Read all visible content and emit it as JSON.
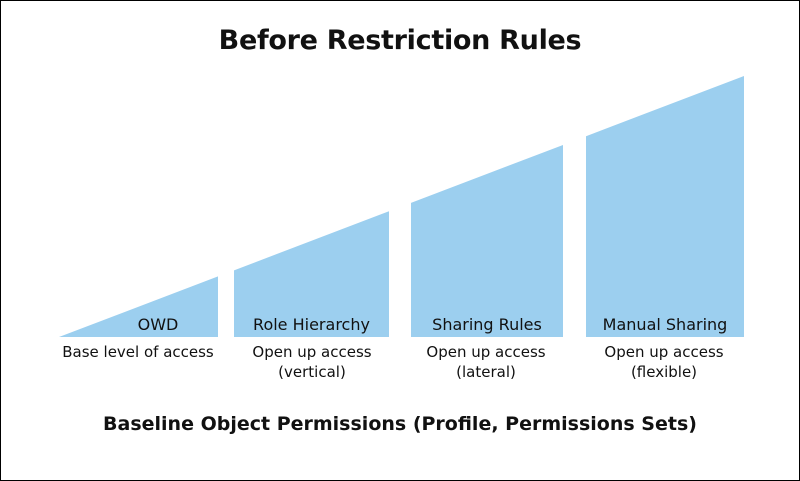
{
  "title": "Before Restriction Rules",
  "steps": [
    {
      "label": "OWD",
      "caption": [
        "Base level of access"
      ]
    },
    {
      "label": "Role Hierarchy",
      "caption": [
        "Open up access",
        "(vertical)"
      ]
    },
    {
      "label": "Sharing Rules",
      "caption": [
        "Open up access",
        "(lateral)"
      ]
    },
    {
      "label": "Manual Sharing",
      "caption": [
        "Open up access",
        "(flexible)"
      ]
    }
  ],
  "footer": "Baseline Object Permissions (Profile, Permissions Sets)",
  "colors": {
    "fill": "#9ccfef",
    "text": "#111111",
    "border": "#000000"
  }
}
